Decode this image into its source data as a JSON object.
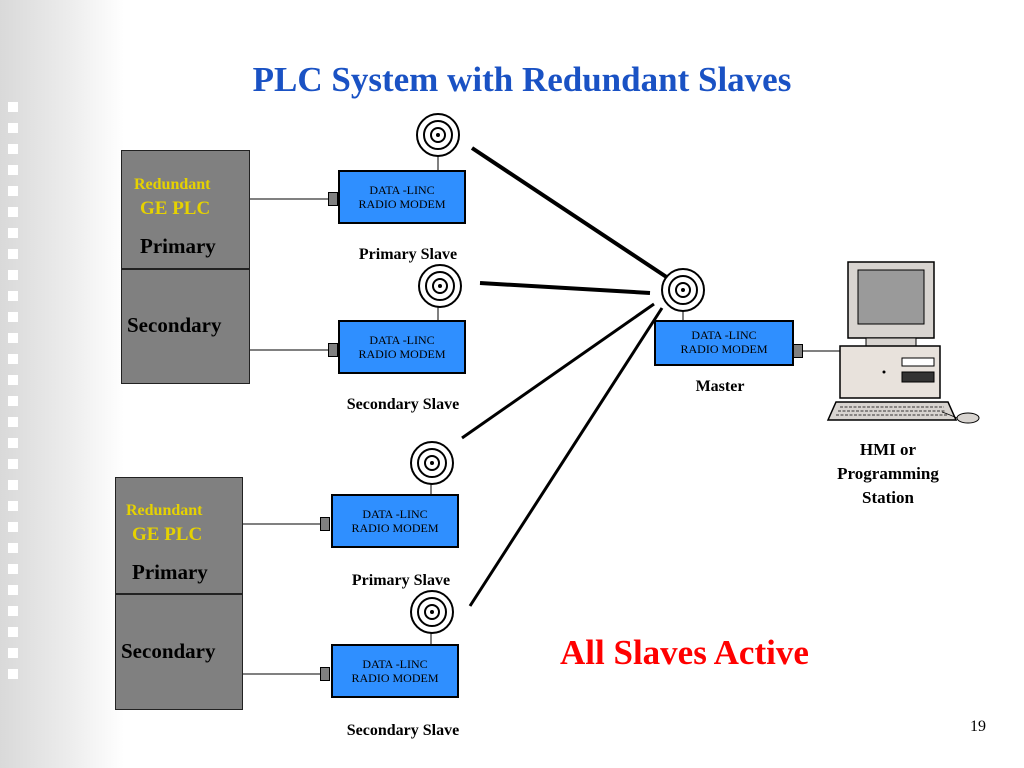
{
  "slide": {
    "title": "PLC System with Redundant Slaves",
    "status": "All Slaves Active",
    "page_number": "19"
  },
  "plcs": [
    {
      "redundant": "Redundant",
      "ge_plc": "GE PLC",
      "primary": "Primary",
      "secondary": "Secondary"
    },
    {
      "redundant": "Redundant",
      "ge_plc": "GE PLC",
      "primary": "Primary",
      "secondary": "Secondary"
    }
  ],
  "modems": [
    {
      "line1": "DATA -LINC",
      "line2": "RADIO  MODEM",
      "caption": "Primary Slave"
    },
    {
      "line1": "DATA -LINC",
      "line2": "RADIO  MODEM",
      "caption": "Secondary Slave"
    },
    {
      "line1": "DATA -LINC",
      "line2": "RADIO  MODEM",
      "caption": "Primary Slave"
    },
    {
      "line1": "DATA -LINC",
      "line2": "RADIO  MODEM",
      "caption": "Secondary Slave"
    }
  ],
  "master": {
    "line1": "DATA -LINC",
    "line2": "RADIO  MODEM",
    "caption": "Master"
  },
  "hmi": {
    "line1": "HMI or",
    "line2": "Programming",
    "line3": "Station"
  },
  "colors": {
    "title": "#1a52c4",
    "status": "#ff0000",
    "modem": "#2f8fff",
    "plc_label": "#e6d200",
    "plc_body": "#808080"
  },
  "icons": {
    "antenna": "antenna-icon",
    "computer": "computer-icon"
  }
}
